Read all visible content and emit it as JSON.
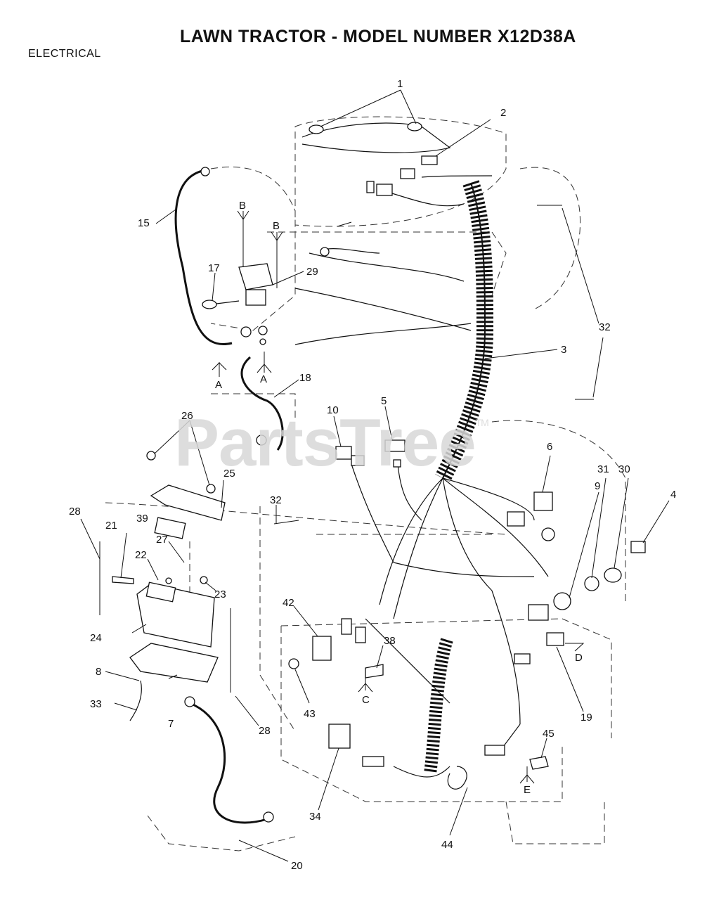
{
  "header": {
    "title": "LAWN TRACTOR - MODEL NUMBER X12D38A",
    "section": "ELECTRICAL"
  },
  "watermark": {
    "text": "PartsTree",
    "mark": "TM"
  },
  "callouts": [
    {
      "id": "c1",
      "label": "1"
    },
    {
      "id": "c2",
      "label": "2"
    },
    {
      "id": "c3",
      "label": "3"
    },
    {
      "id": "c4",
      "label": "4"
    },
    {
      "id": "c5",
      "label": "5"
    },
    {
      "id": "c6",
      "label": "6"
    },
    {
      "id": "c7",
      "label": "7"
    },
    {
      "id": "c8",
      "label": "8"
    },
    {
      "id": "c9",
      "label": "9"
    },
    {
      "id": "c10",
      "label": "10"
    },
    {
      "id": "c15",
      "label": "15"
    },
    {
      "id": "c17",
      "label": "17"
    },
    {
      "id": "c18",
      "label": "18"
    },
    {
      "id": "c19",
      "label": "19"
    },
    {
      "id": "c20",
      "label": "20"
    },
    {
      "id": "c21",
      "label": "21"
    },
    {
      "id": "c22",
      "label": "22"
    },
    {
      "id": "c23",
      "label": "23"
    },
    {
      "id": "c24",
      "label": "24"
    },
    {
      "id": "c25",
      "label": "25"
    },
    {
      "id": "c26",
      "label": "26"
    },
    {
      "id": "c27",
      "label": "27"
    },
    {
      "id": "c28a",
      "label": "28"
    },
    {
      "id": "c28b",
      "label": "28"
    },
    {
      "id": "c29",
      "label": "29"
    },
    {
      "id": "c30",
      "label": "30"
    },
    {
      "id": "c31",
      "label": "31"
    },
    {
      "id": "c32a",
      "label": "32"
    },
    {
      "id": "c32b",
      "label": "32"
    },
    {
      "id": "c33",
      "label": "33"
    },
    {
      "id": "c34",
      "label": "34"
    },
    {
      "id": "c38",
      "label": "38"
    },
    {
      "id": "c39",
      "label": "39"
    },
    {
      "id": "c42",
      "label": "42"
    },
    {
      "id": "c43",
      "label": "43"
    },
    {
      "id": "c44",
      "label": "44"
    },
    {
      "id": "c45",
      "label": "45"
    }
  ],
  "refs": [
    {
      "id": "rA1",
      "label": "A"
    },
    {
      "id": "rA2",
      "label": "A"
    },
    {
      "id": "rB1",
      "label": "B"
    },
    {
      "id": "rB2",
      "label": "B"
    },
    {
      "id": "rC",
      "label": "C"
    },
    {
      "id": "rD",
      "label": "D"
    },
    {
      "id": "rE",
      "label": "E"
    }
  ]
}
